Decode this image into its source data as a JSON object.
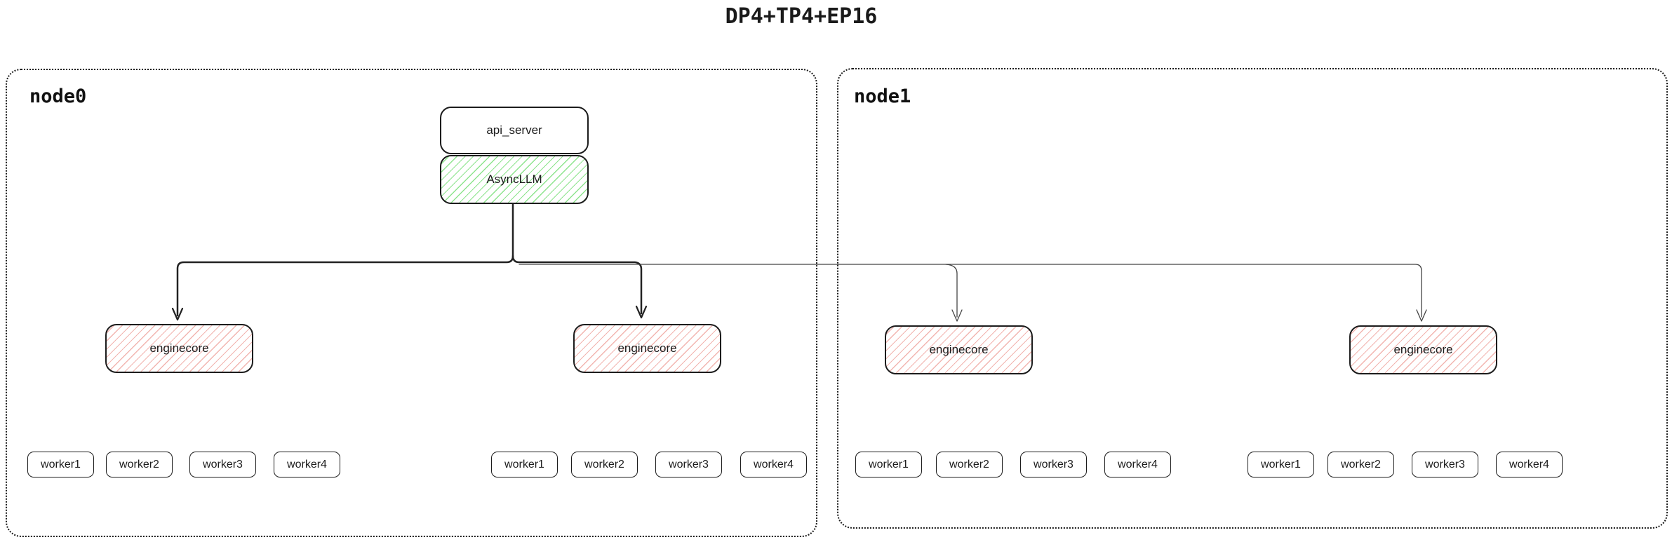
{
  "title": "DP4+TP4+EP16",
  "colors": {
    "box_border": "#1c1c1c",
    "green_hatch": "#8ee48e",
    "red_hatch": "#f2b5b0"
  },
  "nodes": [
    {
      "label": "node0",
      "api_server_label": "api_server",
      "async_llm_label": "AsyncLLM",
      "enginecores": [
        "enginecore",
        "enginecore"
      ],
      "worker_groups": [
        [
          "worker1",
          "worker2",
          "worker3",
          "worker4"
        ],
        [
          "worker1",
          "worker2",
          "worker3",
          "worker4"
        ]
      ]
    },
    {
      "label": "node1",
      "enginecores": [
        "enginecore",
        "enginecore"
      ],
      "worker_groups": [
        [
          "worker1",
          "worker2",
          "worker3",
          "worker4"
        ],
        [
          "worker1",
          "worker2",
          "worker3",
          "worker4"
        ]
      ]
    }
  ]
}
